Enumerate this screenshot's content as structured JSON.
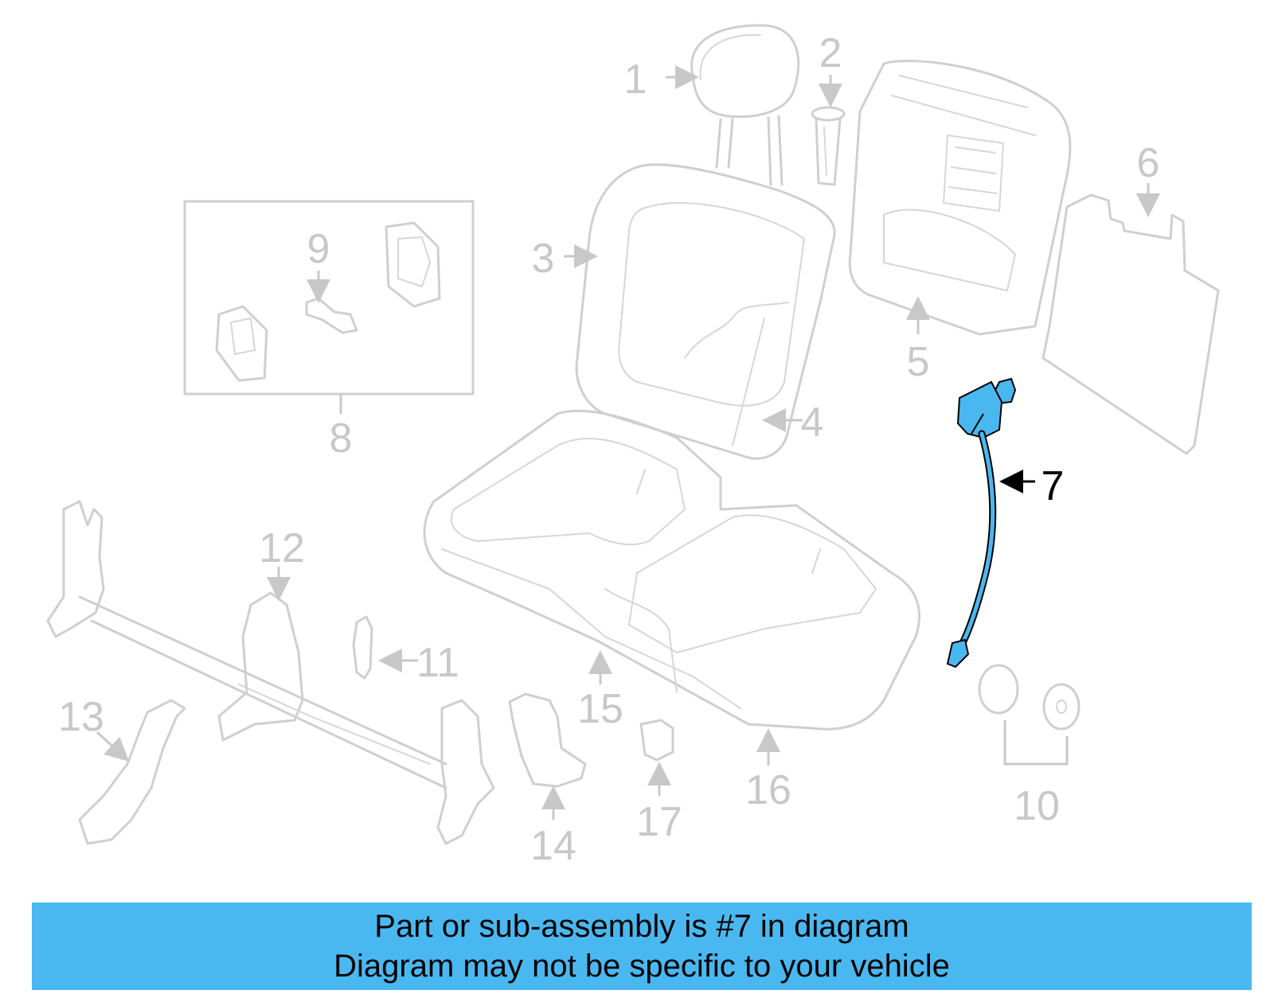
{
  "callouts": [
    {
      "id": "1",
      "text": "1"
    },
    {
      "id": "2",
      "text": "2"
    },
    {
      "id": "3",
      "text": "3"
    },
    {
      "id": "4",
      "text": "4"
    },
    {
      "id": "5",
      "text": "5"
    },
    {
      "id": "6",
      "text": "6"
    },
    {
      "id": "7",
      "text": "7"
    },
    {
      "id": "8",
      "text": "8"
    },
    {
      "id": "9",
      "text": "9"
    },
    {
      "id": "10",
      "text": "10"
    },
    {
      "id": "11",
      "text": "11"
    },
    {
      "id": "12",
      "text": "12"
    },
    {
      "id": "13",
      "text": "13"
    },
    {
      "id": "14",
      "text": "14"
    },
    {
      "id": "15",
      "text": "15"
    },
    {
      "id": "16",
      "text": "16"
    },
    {
      "id": "17",
      "text": "17"
    }
  ],
  "highlighted_part": "7",
  "colors": {
    "highlight_fill": "#4ab8f0",
    "highlight_label": "#000000",
    "muted_lines": "#cfcfcf",
    "banner": "#4ab8f0"
  },
  "banner": {
    "line1": "Part or sub-assembly is #7 in diagram",
    "line2": "Diagram may not be specific to your vehicle"
  }
}
